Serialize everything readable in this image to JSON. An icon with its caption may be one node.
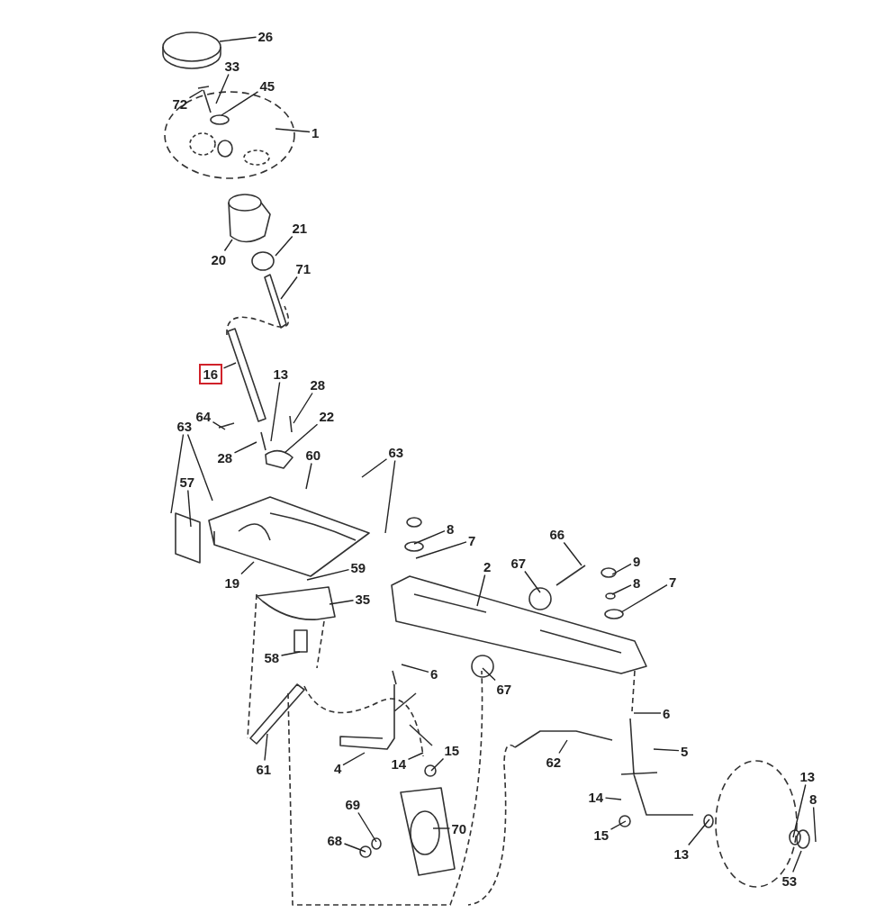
{
  "diagram": {
    "nodes": [
      {
        "text": [
          "26"
        ]
      },
      {
        "text": [
          "1"
        ]
      },
      {
        "text": [
          "72"
        ]
      },
      {
        "text": [
          "33"
        ]
      },
      {
        "text": [
          "45"
        ]
      },
      {
        "text": [
          "21"
        ]
      },
      {
        "text": [
          "20"
        ]
      },
      {
        "text": [
          "71"
        ]
      },
      {
        "text": [
          "16"
        ]
      },
      {
        "text": [
          "13"
        ]
      },
      {
        "text": [
          "28"
        ]
      },
      {
        "text": [
          "64"
        ]
      },
      {
        "text": [
          "22"
        ]
      },
      {
        "text": [
          "63"
        ]
      },
      {
        "text": [
          "63"
        ]
      },
      {
        "text": [
          "28"
        ]
      },
      {
        "text": [
          "60"
        ]
      },
      {
        "text": [
          "57"
        ]
      },
      {
        "text": [
          "8"
        ]
      },
      {
        "text": [
          "66"
        ]
      },
      {
        "text": [
          "7"
        ]
      },
      {
        "text": [
          "67"
        ]
      },
      {
        "text": [
          "9"
        ]
      },
      {
        "text": [
          "2"
        ]
      },
      {
        "text": [
          "8"
        ]
      },
      {
        "text": [
          "7"
        ]
      },
      {
        "text": [
          "59"
        ]
      },
      {
        "text": [
          "19"
        ]
      },
      {
        "text": [
          "35"
        ]
      },
      {
        "text": [
          "58"
        ]
      },
      {
        "text": [
          "6"
        ]
      },
      {
        "text": [
          "67"
        ]
      },
      {
        "text": [
          "6"
        ]
      },
      {
        "text": [
          "15"
        ]
      },
      {
        "text": [
          "5"
        ]
      },
      {
        "text": [
          "62"
        ]
      },
      {
        "text": [
          "14"
        ]
      },
      {
        "text": [
          "4"
        ]
      },
      {
        "text": [
          "61"
        ]
      },
      {
        "text": [
          "13"
        ]
      },
      {
        "text": [
          "8"
        ]
      },
      {
        "text": [
          "14"
        ]
      },
      {
        "text": [
          "69"
        ]
      },
      {
        "text": [
          "70"
        ]
      },
      {
        "text": [
          "68"
        ]
      },
      {
        "text": [
          "15"
        ]
      },
      {
        "text": [
          "13"
        ]
      },
      {
        "text": [
          "53"
        ]
      }
    ],
    "edges": [
      {
        "from": 0,
        "to": null,
        "arrow": "none"
      },
      {
        "from": 1,
        "to": null,
        "arrow": "none"
      },
      {
        "from": 2,
        "to": null,
        "arrow": "none"
      },
      {
        "from": 3,
        "to": null,
        "arrow": "none"
      },
      {
        "from": 4,
        "to": null,
        "arrow": "none"
      },
      {
        "from": 5,
        "to": null,
        "arrow": "none"
      },
      {
        "from": 6,
        "to": null,
        "arrow": "none"
      },
      {
        "from": 7,
        "to": null,
        "arrow": "none"
      },
      {
        "from": 8,
        "to": null,
        "arrow": "none"
      },
      {
        "from": 9,
        "to": null,
        "arrow": "none"
      },
      {
        "from": 10,
        "to": null,
        "arrow": "none"
      },
      {
        "from": 11,
        "to": null,
        "arrow": "none"
      },
      {
        "from": 12,
        "to": null,
        "arrow": "none"
      },
      {
        "from": 13,
        "to": null,
        "arrow": "none"
      },
      {
        "from": 13,
        "to": null,
        "arrow": "none"
      },
      {
        "from": 14,
        "to": null,
        "arrow": "none"
      },
      {
        "from": 14,
        "to": null,
        "arrow": "none"
      },
      {
        "from": 15,
        "to": null,
        "arrow": "none"
      },
      {
        "from": 16,
        "to": null,
        "arrow": "none"
      },
      {
        "from": 17,
        "to": null,
        "arrow": "none"
      },
      {
        "from": 18,
        "to": null,
        "arrow": "none"
      },
      {
        "from": 19,
        "to": null,
        "arrow": "none"
      },
      {
        "from": 20,
        "to": null,
        "arrow": "none"
      },
      {
        "from": 21,
        "to": null,
        "arrow": "none"
      },
      {
        "from": 22,
        "to": null,
        "arrow": "none"
      },
      {
        "from": 23,
        "to": null,
        "arrow": "none"
      },
      {
        "from": 24,
        "to": null,
        "arrow": "none"
      },
      {
        "from": 25,
        "to": null,
        "arrow": "none"
      },
      {
        "from": 26,
        "to": null,
        "arrow": "none"
      },
      {
        "from": 27,
        "to": null,
        "arrow": "none"
      },
      {
        "from": 28,
        "to": null,
        "arrow": "none"
      },
      {
        "from": 29,
        "to": null,
        "arrow": "none"
      },
      {
        "from": 30,
        "to": null,
        "arrow": "none"
      },
      {
        "from": 31,
        "to": null,
        "arrow": "none"
      },
      {
        "from": 32,
        "to": null,
        "arrow": "none"
      },
      {
        "from": 33,
        "to": null,
        "arrow": "none"
      },
      {
        "from": 34,
        "to": null,
        "arrow": "none"
      },
      {
        "from": 35,
        "to": null,
        "arrow": "none"
      },
      {
        "from": 36,
        "to": null,
        "arrow": "none"
      },
      {
        "from": 37,
        "to": null,
        "arrow": "none"
      },
      {
        "from": 38,
        "to": null,
        "arrow": "none"
      },
      {
        "from": 39,
        "to": null,
        "arrow": "none"
      },
      {
        "from": 40,
        "to": null,
        "arrow": "none"
      },
      {
        "from": 41,
        "to": null,
        "arrow": "none"
      },
      {
        "from": 42,
        "to": null,
        "arrow": "none"
      },
      {
        "from": 43,
        "to": null,
        "arrow": "none"
      },
      {
        "from": 44,
        "to": null,
        "arrow": "none"
      },
      {
        "from": 45,
        "to": null,
        "arrow": "none"
      },
      {
        "from": 46,
        "to": null,
        "arrow": "none"
      },
      {
        "from": 47,
        "to": null,
        "arrow": "none"
      }
    ]
  }
}
